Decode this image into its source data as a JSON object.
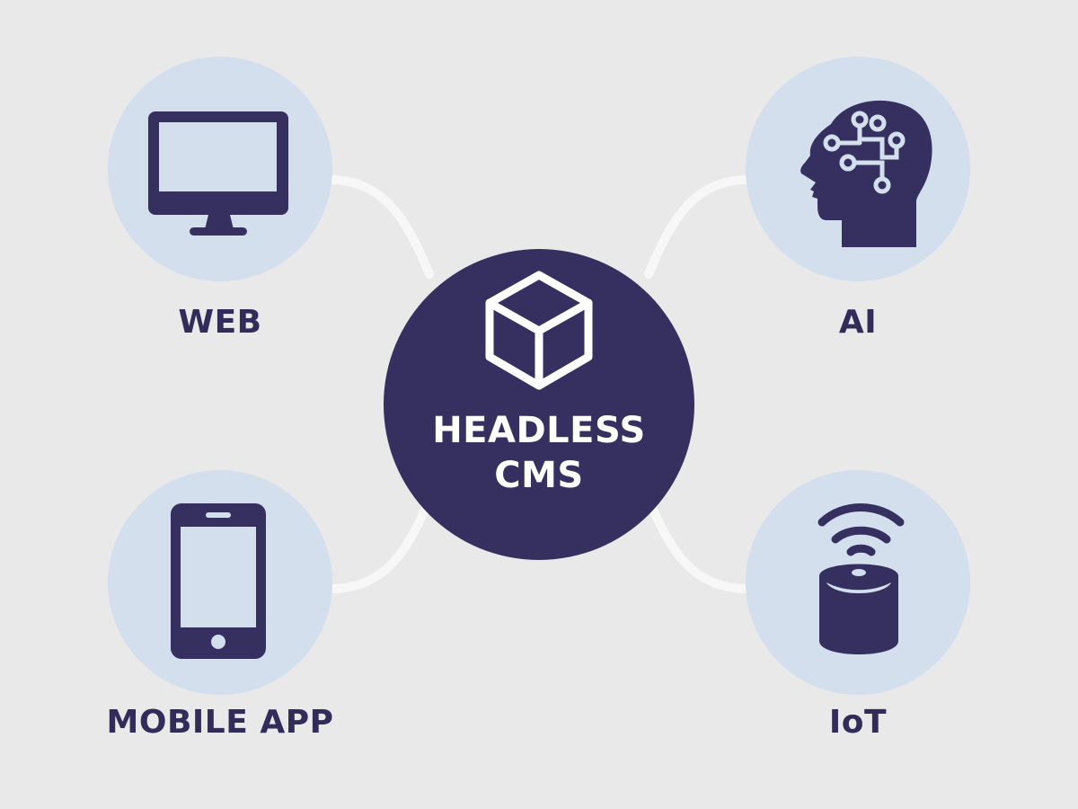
{
  "colors": {
    "background": "#e9e9ea",
    "hub_fill": "#35305f",
    "node_fill": "#d3dfed",
    "icon_fill": "#35305f",
    "connector": "#f7f7f8",
    "label_text": "#312c5a",
    "hub_text": "#ffffff"
  },
  "hub": {
    "icon": "cube-icon",
    "title_line1": "HEADLESS",
    "title_line2": "CMS"
  },
  "nodes": [
    {
      "id": "web",
      "label": "WEB",
      "icon": "desktop-monitor-icon",
      "position": "top-left"
    },
    {
      "id": "ai",
      "label": "AI",
      "icon": "head-circuit-brain-icon",
      "position": "top-right"
    },
    {
      "id": "mobile",
      "label": "MOBILE APP",
      "icon": "smartphone-icon",
      "position": "bottom-left"
    },
    {
      "id": "iot",
      "label": "IoT",
      "icon": "smart-speaker-wifi-icon",
      "position": "bottom-right"
    }
  ]
}
